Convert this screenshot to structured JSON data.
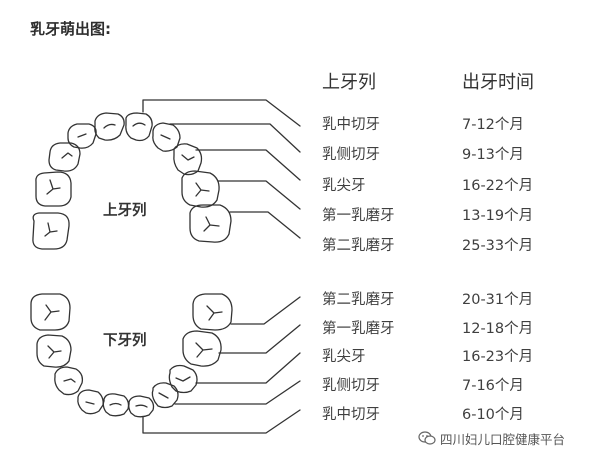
{
  "heading": "乳牙萌出图:",
  "columns": {
    "name_header": "上牙列",
    "age_header": "出牙时间"
  },
  "upper_arch": {
    "label": "上牙列",
    "rows": [
      {
        "name": "乳中切牙",
        "age": "7-12个月"
      },
      {
        "name": "乳侧切牙",
        "age": "9-13个月"
      },
      {
        "name": "乳尖牙",
        "age": "16-22个月"
      },
      {
        "name": "第一乳磨牙",
        "age": "13-19个月"
      },
      {
        "name": "第二乳磨牙",
        "age": "25-33个月"
      }
    ]
  },
  "lower_arch": {
    "label": "下牙列",
    "rows": [
      {
        "name": "第二乳磨牙",
        "age": "20-31个月"
      },
      {
        "name": "第一乳磨牙",
        "age": "12-18个月"
      },
      {
        "name": "乳尖牙",
        "age": "16-23个月"
      },
      {
        "name": "乳侧切牙",
        "age": "7-16个月"
      },
      {
        "name": "乳中切牙",
        "age": "6-10个月"
      }
    ]
  },
  "watermark": {
    "text": "四川妇儿口腔健康平台",
    "icon": "wechat-icon"
  },
  "colors": {
    "line": "#333333",
    "text": "#3f3f3f"
  }
}
